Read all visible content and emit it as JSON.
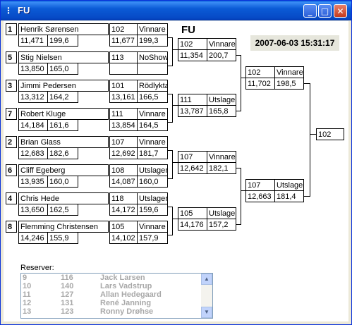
{
  "window": {
    "title": "FU",
    "sys_icon": "⋮",
    "minimize": "_",
    "maximize": "□",
    "close": "✕"
  },
  "header": {
    "heading": "FU",
    "datetime": "2007-06-03 15:31:17"
  },
  "r1": [
    {
      "seed": "1",
      "name": "Henrik Sørensen",
      "a": "11,471",
      "b": "199,6"
    },
    {
      "seed": "5",
      "name": "Stig Nielsen",
      "a": "13,850",
      "b": "165,0"
    },
    {
      "seed": "3",
      "name": "Jimmi Pedersen",
      "a": "13,312",
      "b": "164,2"
    },
    {
      "seed": "7",
      "name": "Robert Kluge",
      "a": "14,184",
      "b": "161,6"
    },
    {
      "seed": "2",
      "name": "Brian Glass",
      "a": "12,683",
      "b": "182,6"
    },
    {
      "seed": "6",
      "name": "Cliff Egeberg",
      "a": "13,935",
      "b": "160,0"
    },
    {
      "seed": "4",
      "name": "Chris Hede",
      "a": "13,650",
      "b": "162,5"
    },
    {
      "seed": "8",
      "name": "Flemming Christensen",
      "a": "14,246",
      "b": "155,9"
    }
  ],
  "r1res": [
    {
      "num": "102",
      "status": "Vinnare",
      "a": "11,677",
      "b": "199,3"
    },
    {
      "num": "113",
      "status": "NoShow",
      "a": "",
      "b": ""
    },
    {
      "num": "101",
      "status": "Rödlykta",
      "a": "13,161",
      "b": "166,5"
    },
    {
      "num": "111",
      "status": "Vinnare",
      "a": "13,854",
      "b": "164,5"
    },
    {
      "num": "107",
      "status": "Vinnare",
      "a": "12,692",
      "b": "181,7"
    },
    {
      "num": "108",
      "status": "Utslagen",
      "a": "14,087",
      "b": "160,0"
    },
    {
      "num": "118",
      "status": "Utslagen",
      "a": "14,172",
      "b": "159,6"
    },
    {
      "num": "105",
      "status": "Vinnare",
      "a": "14,102",
      "b": "157,9"
    }
  ],
  "r2": [
    {
      "num": "102",
      "status": "Vinnare",
      "a": "11,354",
      "b": "200,7"
    },
    {
      "num": "111",
      "status": "Utslagen",
      "a": "13,787",
      "b": "165,8"
    },
    {
      "num": "107",
      "status": "Vinnare",
      "a": "12,642",
      "b": "182,1"
    },
    {
      "num": "105",
      "status": "Utslagen",
      "a": "14,176",
      "b": "157,2"
    }
  ],
  "r3": [
    {
      "num": "102",
      "status": "Vinnare",
      "a": "11,702",
      "b": "198,5"
    },
    {
      "num": "107",
      "status": "Utslagen",
      "a": "12,663",
      "b": "181,4"
    }
  ],
  "final": {
    "num": "102"
  },
  "reserves": {
    "label": "Reserver:",
    "rows": [
      {
        "pos": "9",
        "num": "116",
        "name": "Jack Larsen"
      },
      {
        "pos": "10",
        "num": "140",
        "name": "Lars Vadstrup"
      },
      {
        "pos": "11",
        "num": "127",
        "name": "Allan Hedegaard"
      },
      {
        "pos": "12",
        "num": "131",
        "name": "René Janning"
      },
      {
        "pos": "13",
        "num": "123",
        "name": "Ronny Drøhse"
      }
    ],
    "scroll_up": "▲",
    "scroll_down": "▼"
  }
}
